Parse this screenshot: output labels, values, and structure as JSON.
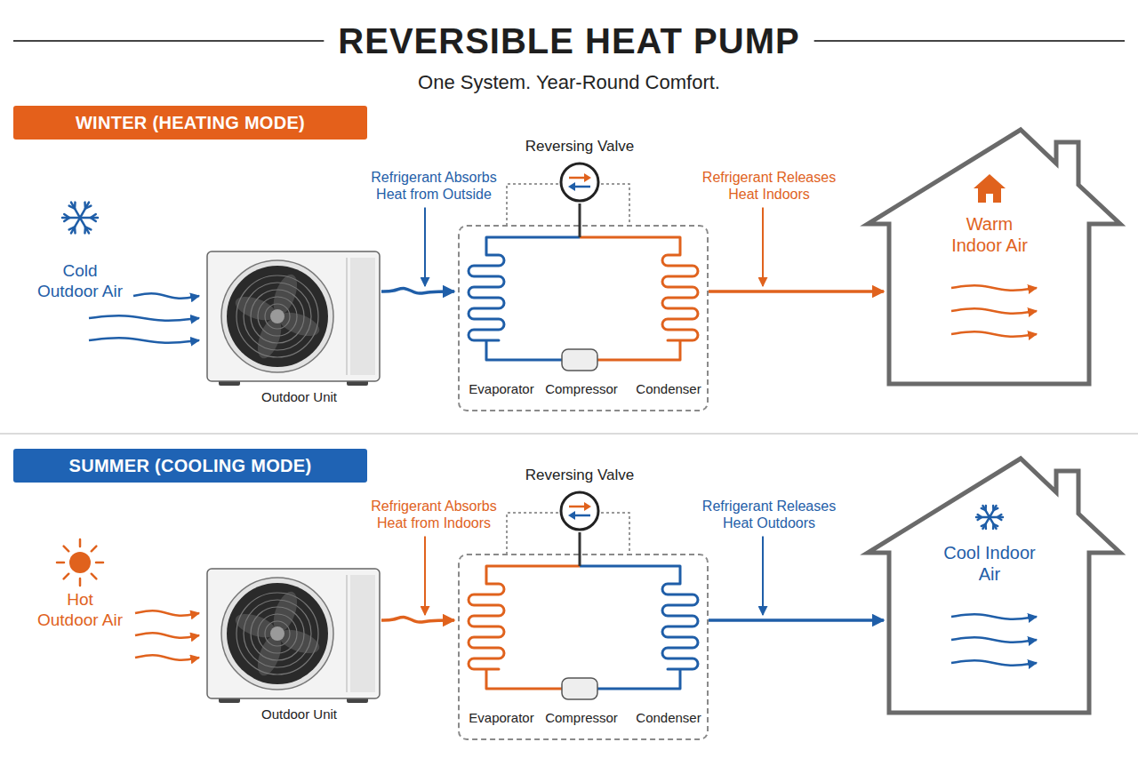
{
  "diagram": {
    "title": "REVERSIBLE HEAT PUMP",
    "nodes": [
      {
        "text": [
          "WINTER (HEATING MODE)"
        ]
      },
      {
        "text": [
          "Outdoor Unit"
        ]
      },
      {
        "text": [
          "Reversing Valve"
        ]
      },
      {
        "text": [
          "Evaporator",
          "Compressor",
          "Condenser"
        ]
      },
      {
        "text": [
          "Warm Indoor Air"
        ]
      },
      {
        "text": [
          "SUMMER (COOLING MODE)"
        ]
      },
      {
        "text": [
          "Outdoor Unit"
        ]
      },
      {
        "text": [
          "Reversing Valve"
        ]
      },
      {
        "text": [
          "Evaporator",
          "Compressor",
          "Condenser"
        ]
      },
      {
        "text": [
          "Cool Indoor Air"
        ]
      }
    ],
    "edges": [
      {
        "from": 1,
        "to": 3,
        "arrow": "to",
        "label": "Refrigerant Absorbs Heat from Outside"
      },
      {
        "from": 3,
        "to": 4,
        "arrow": "to",
        "label": "Refrigerant Releases Heat Indoors"
      },
      {
        "from": 2,
        "to": 3,
        "arrow": "none"
      },
      {
        "from": 6,
        "to": 8,
        "arrow": "to",
        "label": "Refrigerant Absorbs Heat from Indoors"
      },
      {
        "from": 8,
        "to": 9,
        "arrow": "to",
        "label": "Refrigerant Releases Heat Outdoors"
      },
      {
        "from": 7,
        "to": 8,
        "arrow": "none"
      }
    ],
    "labels": [
      "One System. Year-Round Comfort.",
      "Cold Outdoor Air",
      "Hot Outdoor Air"
    ]
  }
}
